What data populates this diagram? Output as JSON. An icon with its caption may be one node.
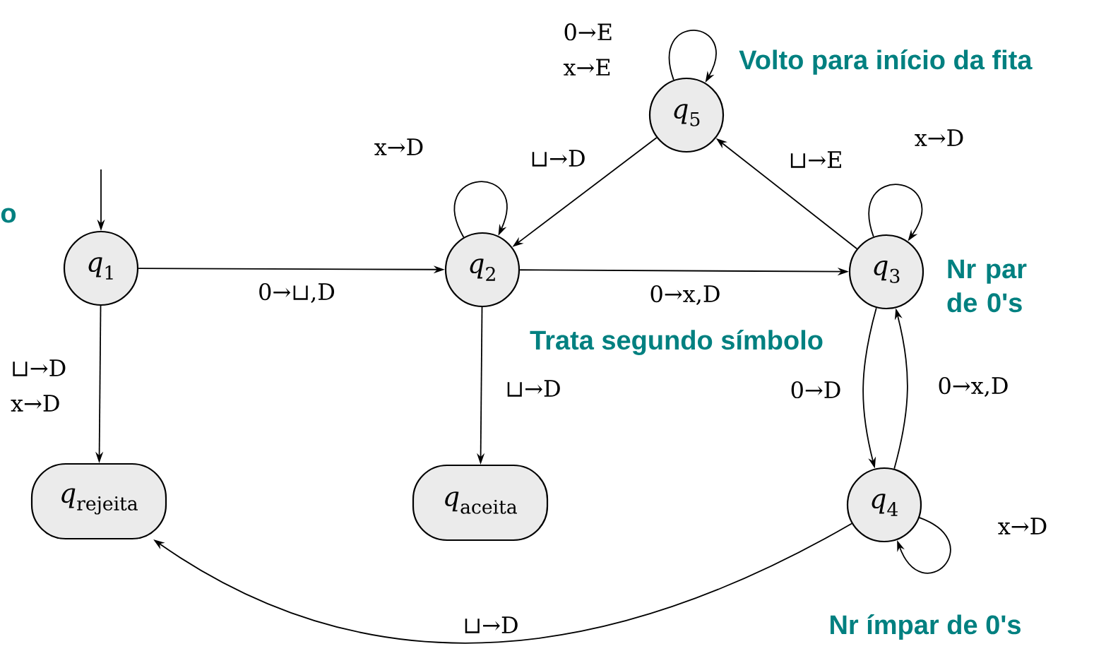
{
  "diagram": {
    "nodes": [
      {
        "text": [
          "*q*$_{1}$"
        ]
      },
      {
        "text": [
          "*q*$_{2}$"
        ]
      },
      {
        "text": [
          "*q*$_{3}$"
        ]
      },
      {
        "text": [
          "*q*$_{4}$"
        ]
      },
      {
        "text": [
          "*q*$_{5}$"
        ]
      },
      {
        "text": [
          "*q*$_{rejeita}$"
        ]
      },
      {
        "text": [
          "*q*$_{aceita}$"
        ]
      }
    ],
    "edges": [
      {
        "from": null,
        "to": 0,
        "arrow": "to"
      },
      {
        "from": 0,
        "to": 1,
        "arrow": "to",
        "label": "0→⊔,D"
      },
      {
        "from": 0,
        "to": 5,
        "arrow": "to",
        "label": "⊔→D x→D"
      },
      {
        "from": 1,
        "to": 1,
        "arrow": "to",
        "label": "x→D"
      },
      {
        "from": 1,
        "to": 6,
        "arrow": "to",
        "label": "⊔→D"
      },
      {
        "from": 1,
        "to": 2,
        "arrow": "to",
        "label": "0→x,D"
      },
      {
        "from": 2,
        "to": 4,
        "arrow": "to",
        "label": "⊔→E"
      },
      {
        "from": 4,
        "to": 1,
        "arrow": "to",
        "label": "⊔→D"
      },
      {
        "from": 4,
        "to": 4,
        "arrow": "to",
        "label": "0→E x→E"
      },
      {
        "from": 2,
        "to": 2,
        "arrow": "to",
        "label": "x→D"
      },
      {
        "from": 2,
        "to": 3,
        "arrow": "to",
        "label": "0→D"
      },
      {
        "from": 3,
        "to": 2,
        "arrow": "to",
        "label": "0→x,D"
      },
      {
        "from": 3,
        "to": 3,
        "arrow": "to",
        "label": "x→D"
      },
      {
        "from": 3,
        "to": 5,
        "arrow": "to",
        "label": "⊔→D"
      }
    ],
    "labels": [
      "Volto para início da fita",
      "o",
      "Nr par de 0's",
      "Trata segundo símbolo",
      "Nr ímpar de 0's"
    ]
  }
}
